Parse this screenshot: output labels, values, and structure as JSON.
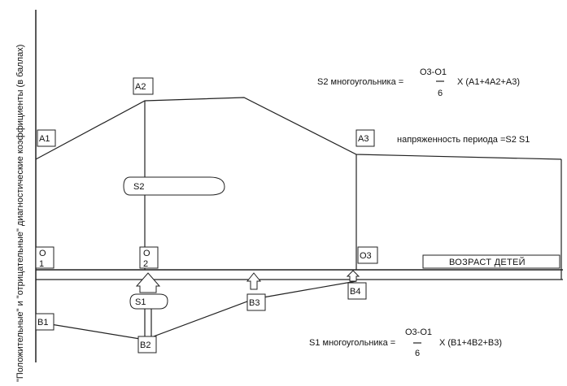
{
  "y_axis_label": "\"Положительные\" и \"отрицательные\" диагностические коэффициенты (в баллах)",
  "x_axis_label": "ВОЗРАСТ ДЕТЕЙ",
  "points": {
    "A1": "A1",
    "A2": "A2",
    "A3": "A3",
    "B1": "B1",
    "B2": "B2",
    "B3": "B3",
    "B4": "B4",
    "O1_top": "O",
    "O1_bot": "1",
    "O2_top": "O",
    "O2_bot": "2",
    "O3": "O3"
  },
  "areas": {
    "S1": "S1",
    "S2": "S2"
  },
  "formula_s2": {
    "prefix": "S2 многоугольника =",
    "numerator": "O3-O1",
    "denominator": "6",
    "suffix": "X (A1+4A2+A3)"
  },
  "formula_s1": {
    "prefix": "S1 многоугольника =",
    "numerator": "O3-O1",
    "denominator": "6",
    "suffix": "X (B1+4B2+B3)"
  },
  "tension_text": "напряженность периода =S2 S1"
}
